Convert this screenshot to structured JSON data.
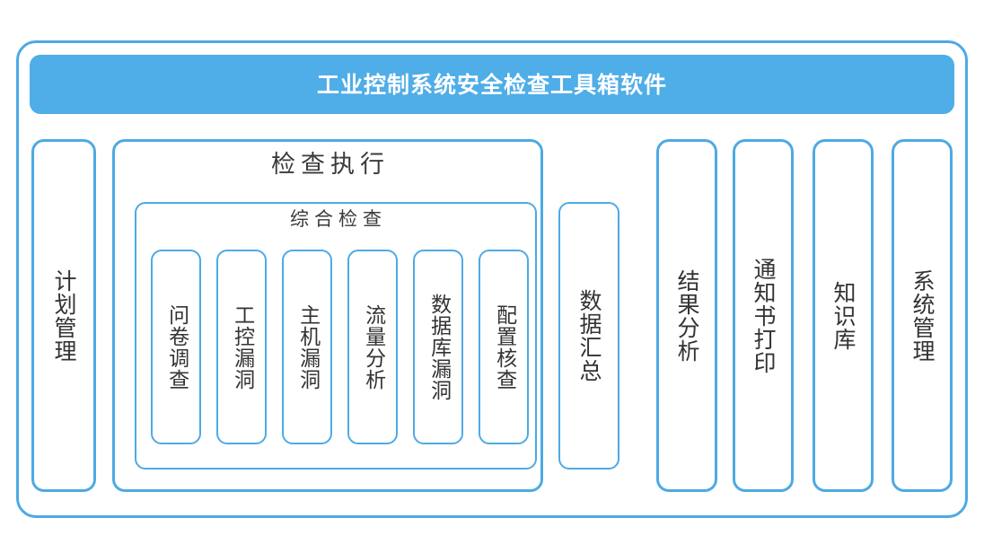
{
  "diagram": {
    "title": "工业控制系统安全检查工具箱软件",
    "colors": {
      "accent": "#4daae4",
      "title_bar_fill": "#4fade7",
      "title_text": "#ffffff",
      "label_text": "#333333",
      "background": "#ffffff"
    },
    "left_module": {
      "label": "计划管理"
    },
    "execution_module": {
      "caption": "检查执行",
      "comprehensive_group": {
        "caption": "综合检查",
        "items": [
          {
            "label": "问卷调查"
          },
          {
            "label": "工控漏洞"
          },
          {
            "label": "主机漏洞"
          },
          {
            "label": "流量分析"
          },
          {
            "label": "数据库漏洞"
          },
          {
            "label": "配置核查"
          }
        ]
      },
      "summary": {
        "label": "数据汇总"
      }
    },
    "right_modules": [
      {
        "label": "结果分析"
      },
      {
        "label": "通知书打印"
      },
      {
        "label": "知识库"
      },
      {
        "label": "系统管理"
      }
    ]
  }
}
